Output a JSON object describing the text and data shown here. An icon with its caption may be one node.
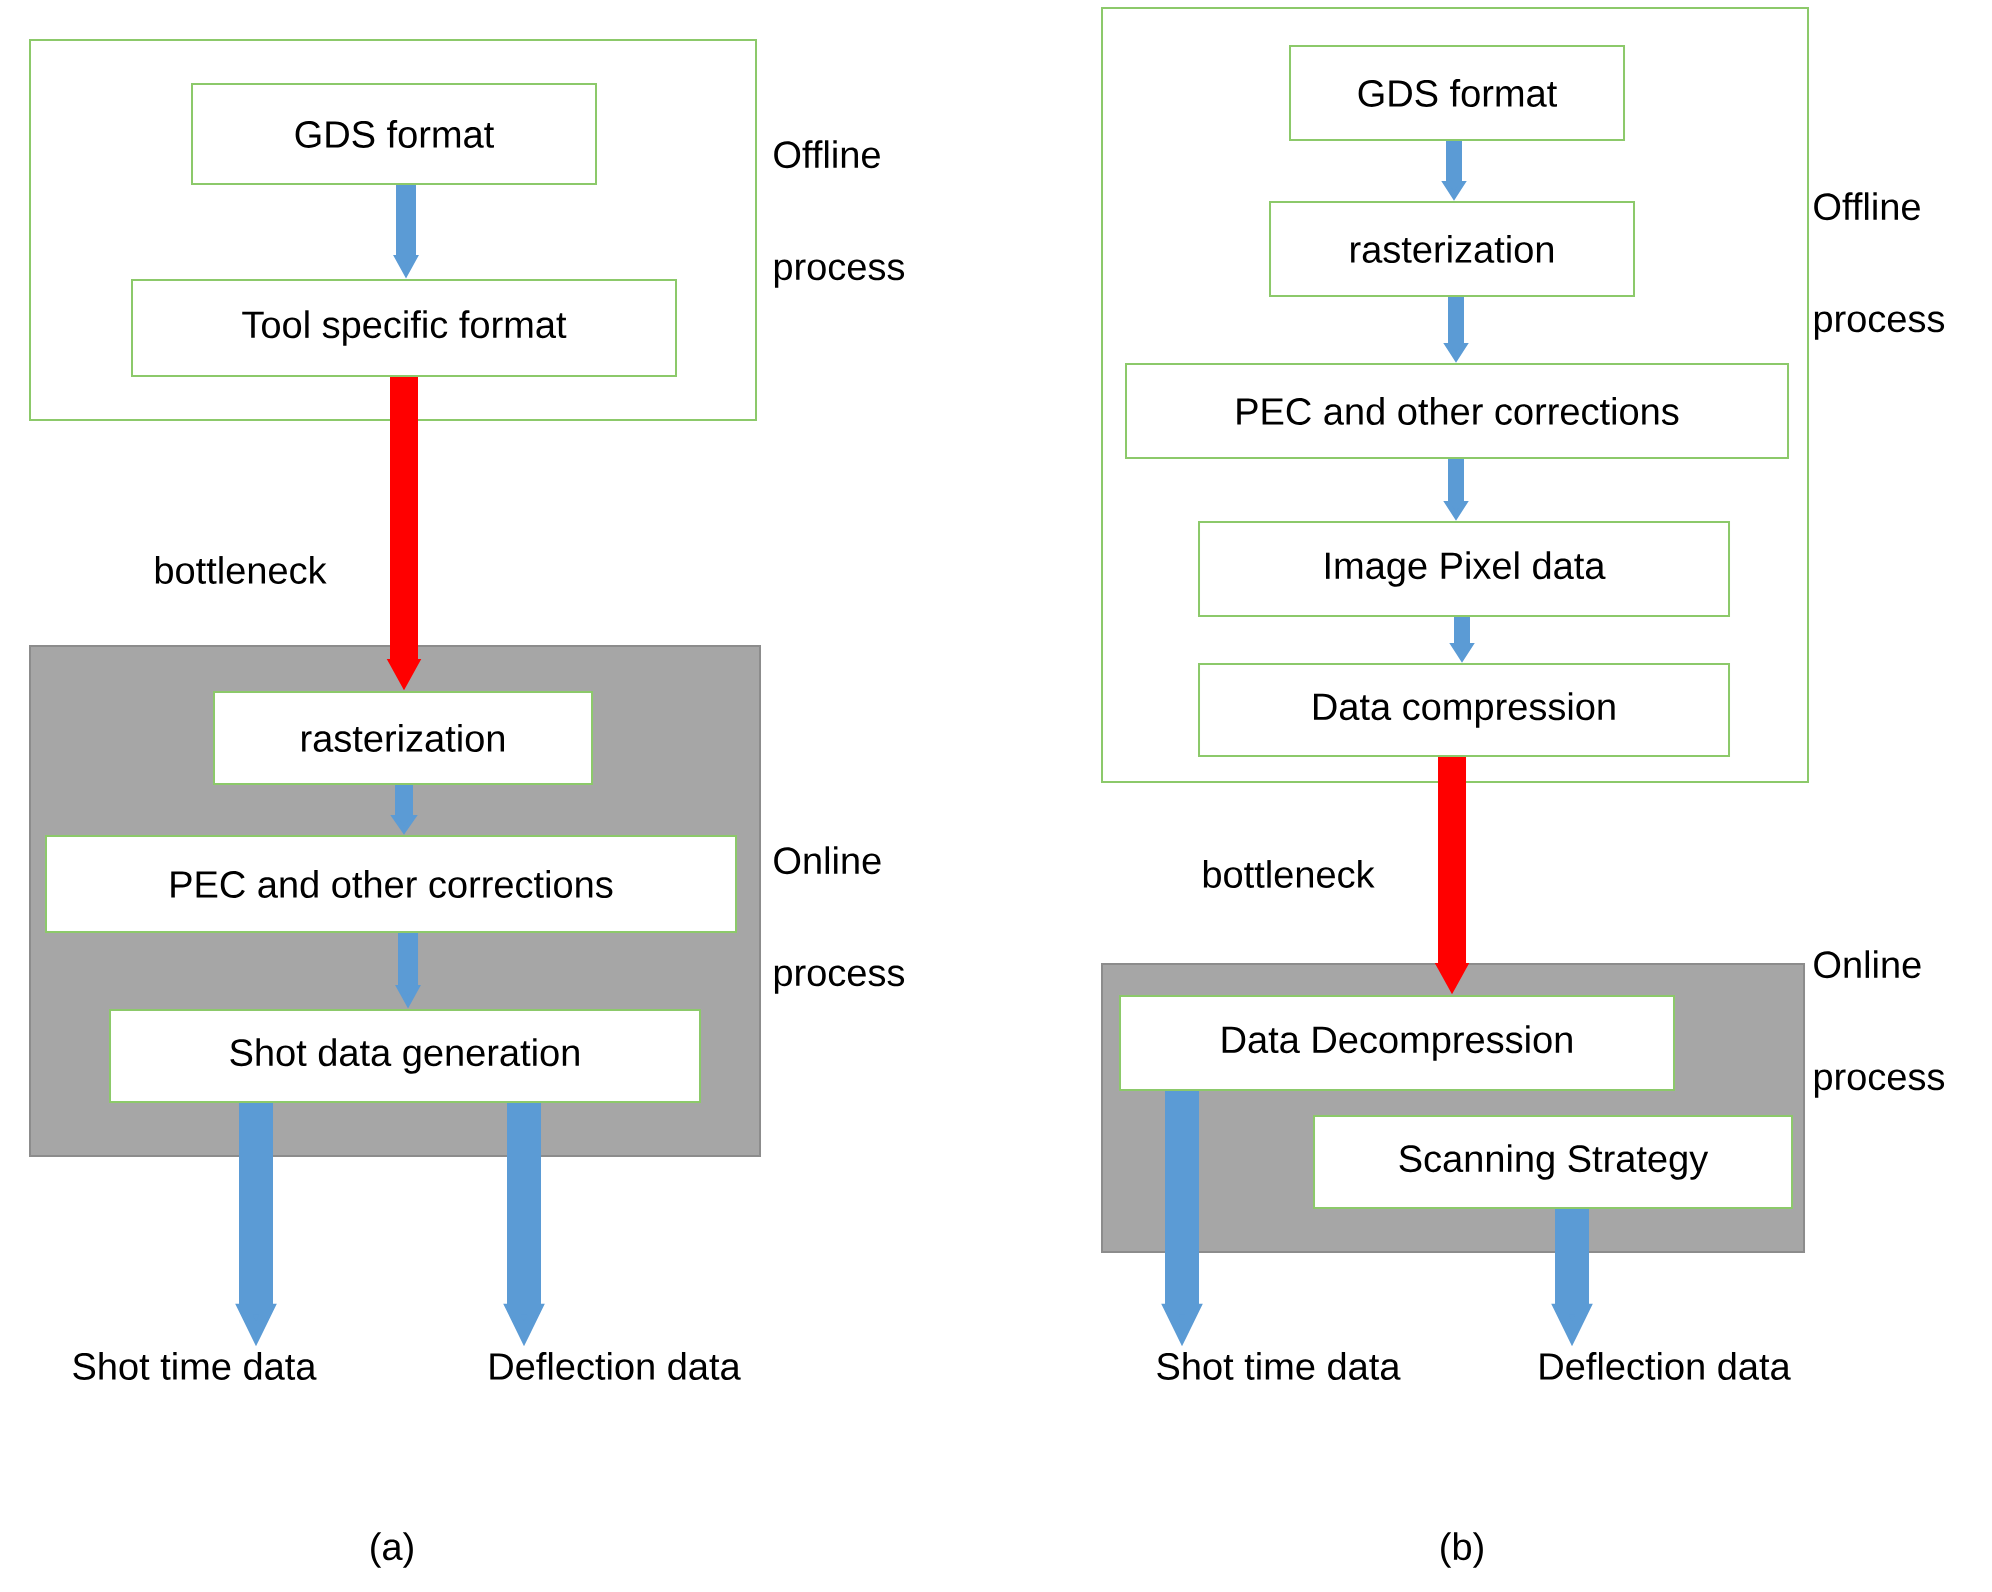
{
  "diagram": {
    "nodes": [
      {
        "text": [
          "Offline process"
        ]
      },
      {
        "text": [
          "GDS format"
        ],
        "in": 0
      },
      {
        "text": [
          "Tool specific format"
        ],
        "in": 0
      },
      {
        "text": [
          "Online process"
        ]
      },
      {
        "text": [
          "rasterization"
        ],
        "in": 3
      },
      {
        "text": [
          "PEC and other corrections"
        ],
        "in": 3
      },
      {
        "text": [
          "Shot data generation"
        ],
        "in": 3
      },
      {
        "text": [
          "Shot time data"
        ]
      },
      {
        "text": [
          "Deflection data"
        ]
      },
      {
        "text": [
          "Offline process"
        ]
      },
      {
        "text": [
          "GDS format"
        ],
        "in": 9
      },
      {
        "text": [
          "rasterization"
        ],
        "in": 9
      },
      {
        "text": [
          "PEC and other corrections"
        ],
        "in": 9
      },
      {
        "text": [
          "Image Pixel data"
        ],
        "in": 9
      },
      {
        "text": [
          "Data compression"
        ],
        "in": 9
      },
      {
        "text": [
          "Online process"
        ]
      },
      {
        "text": [
          "Data Decompression"
        ],
        "in": 15
      },
      {
        "text": [
          "Scanning Strategy"
        ],
        "in": 15
      },
      {
        "text": [
          "Shot time data"
        ]
      },
      {
        "text": [
          "Deflection data"
        ]
      }
    ],
    "edges": [
      {
        "from": 1,
        "to": 2,
        "arrow": "to"
      },
      {
        "from": 2,
        "to": 4,
        "arrow": "to",
        "label": "bottleneck",
        "color": "#ff0000"
      },
      {
        "from": 4,
        "to": 5,
        "arrow": "to"
      },
      {
        "from": 5,
        "to": 6,
        "arrow": "to"
      },
      {
        "from": 6,
        "to": 7,
        "arrow": "to"
      },
      {
        "from": 6,
        "to": 8,
        "arrow": "to"
      },
      {
        "from": 10,
        "to": 11,
        "arrow": "to"
      },
      {
        "from": 11,
        "to": 12,
        "arrow": "to"
      },
      {
        "from": 12,
        "to": 13,
        "arrow": "to"
      },
      {
        "from": 13,
        "to": 14,
        "arrow": "to"
      },
      {
        "from": 14,
        "to": 16,
        "arrow": "to",
        "label": "bottleneck",
        "color": "#ff0000"
      },
      {
        "from": 16,
        "to": 18,
        "arrow": "to"
      },
      {
        "from": 17,
        "to": 19,
        "arrow": "to"
      }
    ],
    "labels": [
      "(a)",
      "(b)"
    ]
  }
}
